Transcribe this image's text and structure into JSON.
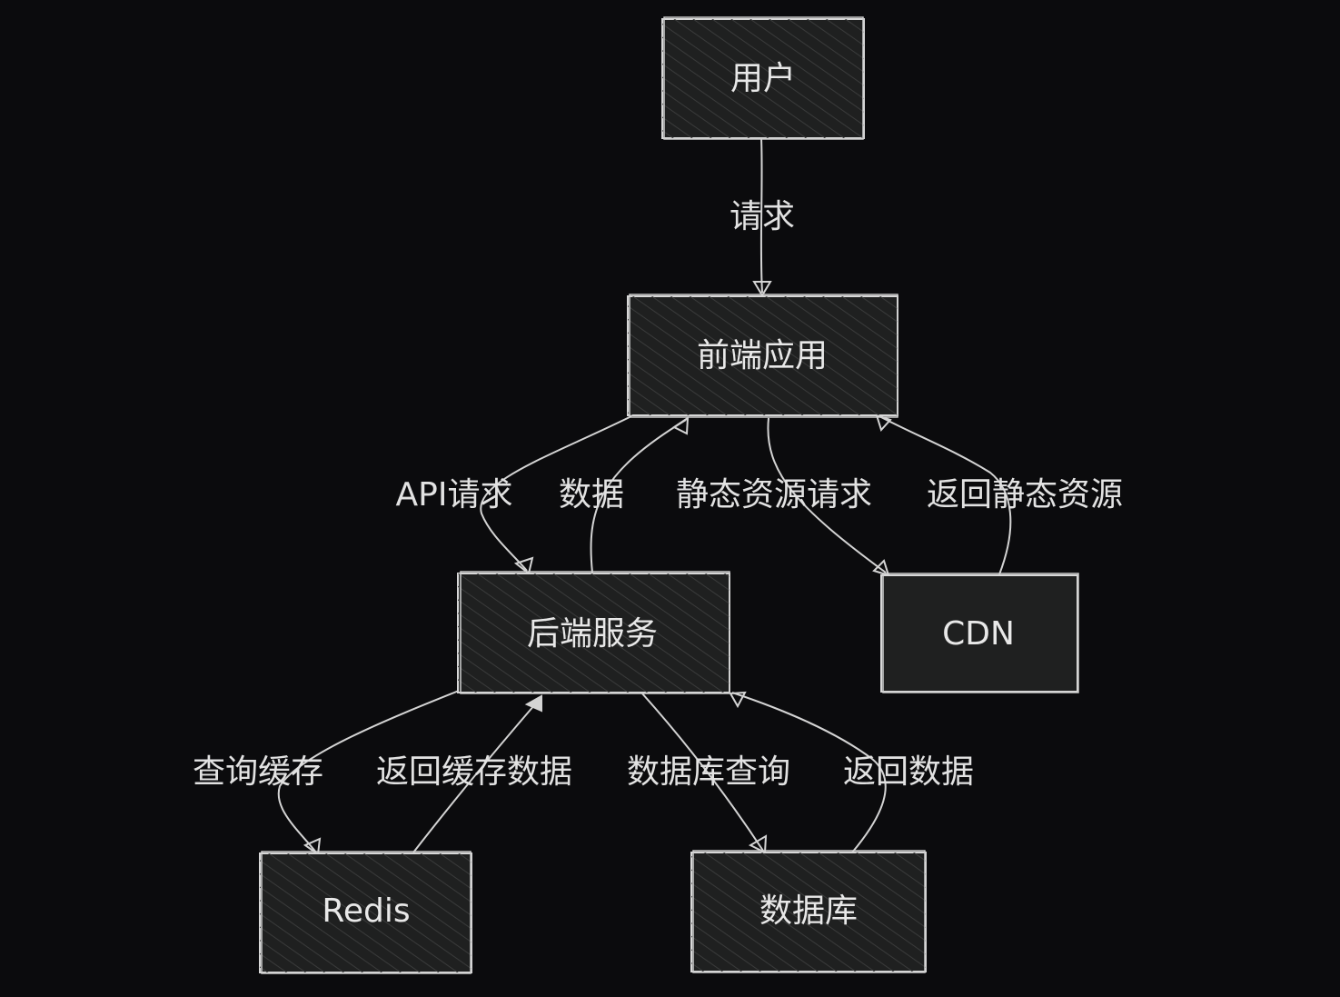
{
  "nodes": {
    "user": "用户",
    "frontend": "前端应用",
    "backend": "后端服务",
    "cdn": "CDN",
    "redis": "Redis",
    "database": "数据库"
  },
  "edges": {
    "user_to_frontend": "请求",
    "frontend_to_backend": "API请求",
    "backend_to_frontend": "数据",
    "frontend_to_cdn": "静态资源请求",
    "cdn_to_frontend": "返回静态资源",
    "backend_to_redis": "查询缓存",
    "redis_to_backend": "返回缓存数据",
    "backend_to_database": "数据库查询",
    "database_to_backend": "返回数据"
  },
  "colors": {
    "background": "#0b0b0d",
    "node_fill": "#1f2020",
    "stroke": "#d8d8d8",
    "text": "#e8e8e8"
  }
}
